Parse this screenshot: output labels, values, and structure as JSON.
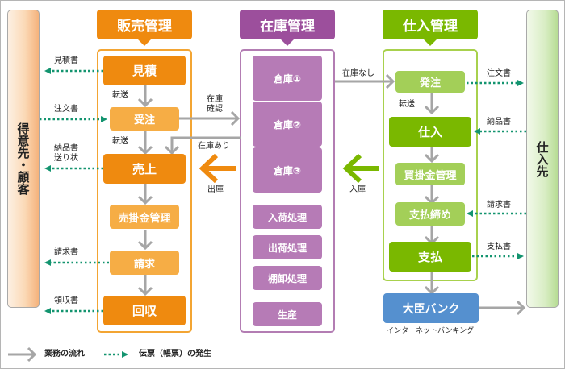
{
  "customer": {
    "label": "得意先・顧客"
  },
  "supplier": {
    "label": "仕入先"
  },
  "sales": {
    "title": "販売管理",
    "color": "#ef8a0f",
    "light_color": "#f6ad45",
    "steps": [
      "見積",
      "受注",
      "売上",
      "売掛金管理",
      "請求",
      "回収"
    ],
    "transfer_labels": [
      "転送",
      "転送"
    ]
  },
  "inventory": {
    "title": "在庫管理",
    "color": "#9c4f9c",
    "light_color": "#b67bb6",
    "warehouses": [
      "倉庫①",
      "倉庫②",
      "倉庫③"
    ],
    "processes": [
      "入荷処理",
      "出荷処理",
      "棚卸処理",
      "生産"
    ]
  },
  "purchase": {
    "title": "仕入管理",
    "color": "#7ab800",
    "light_color": "#a3cf58",
    "steps": [
      "発注",
      "仕入",
      "買掛金管理",
      "支払締め",
      "支払"
    ],
    "transfer_label": "転送"
  },
  "bank": {
    "label": "大臣バンク",
    "sublabel": "インターネットバンキング",
    "color": "#5590cf"
  },
  "flow_labels": {
    "stock_check": "在庫\n確認",
    "stock_check_l1": "在庫",
    "stock_check_l2": "確認",
    "in_stock": "在庫あり",
    "no_stock": "在庫なし",
    "ship_out": "出庫",
    "receive_in": "入庫"
  },
  "documents": {
    "quote": "見積書",
    "order_in": "注文書",
    "delivery_l1": "納品書",
    "delivery_l2": "送り状",
    "invoice_out": "請求書",
    "receipt": "領収書",
    "order_out": "注文書",
    "delivery_in": "納品書",
    "invoice_in": "請求書",
    "payment": "支払書"
  },
  "legend": {
    "business_flow": "業務の流れ",
    "document_issue": "伝票（帳票）の発生"
  },
  "colors": {
    "flow_arrow": "#a6a6a6",
    "document_arrow": "#13946f"
  }
}
